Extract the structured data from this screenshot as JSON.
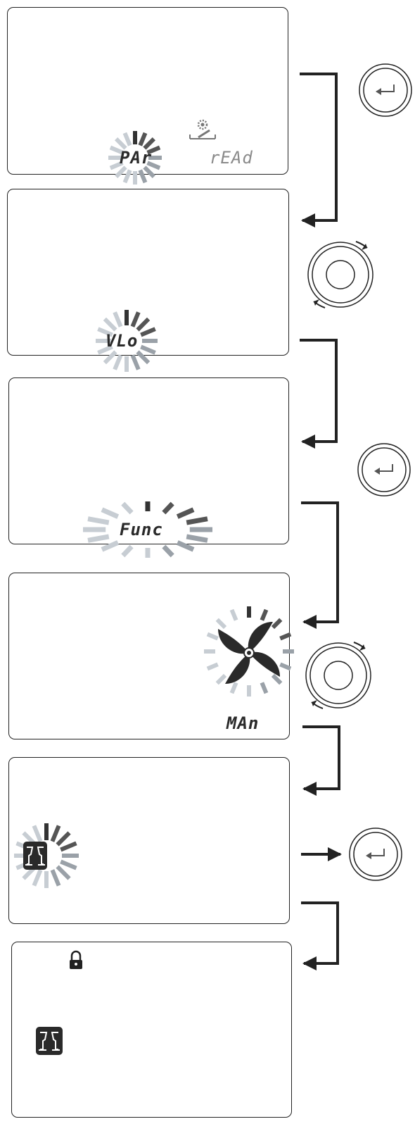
{
  "screens": [
    {
      "id": "screen-1",
      "primary_text": "PAr",
      "secondary_text": "rEAd",
      "icons": [
        "gear-wrench-icon"
      ]
    },
    {
      "id": "screen-2",
      "primary_text": "VLo"
    },
    {
      "id": "screen-3",
      "primary_text": "Func"
    },
    {
      "id": "screen-4",
      "secondary_text": "MAn",
      "icons": [
        "fan-icon"
      ]
    },
    {
      "id": "screen-5",
      "icons": [
        "party-glasses-icon"
      ]
    },
    {
      "id": "screen-6",
      "icons": [
        "lock-icon",
        "party-glasses-icon"
      ]
    }
  ],
  "controls": [
    {
      "id": "control-1",
      "type": "enter-button",
      "icon": "enter-icon"
    },
    {
      "id": "control-2",
      "type": "rotary-knob",
      "icon": "rotate-icon"
    },
    {
      "id": "control-3",
      "type": "enter-button",
      "icon": "enter-icon"
    },
    {
      "id": "control-4",
      "type": "rotary-knob",
      "icon": "rotate-icon"
    },
    {
      "id": "control-5",
      "type": "enter-button",
      "icon": "enter-icon"
    }
  ],
  "colors": {
    "line": "#222222",
    "segment_dark": "#2a2a2a",
    "segment_grey": "#8a8a8a",
    "blink_light": "#c7cdd3",
    "blink_dark": "#333333"
  }
}
